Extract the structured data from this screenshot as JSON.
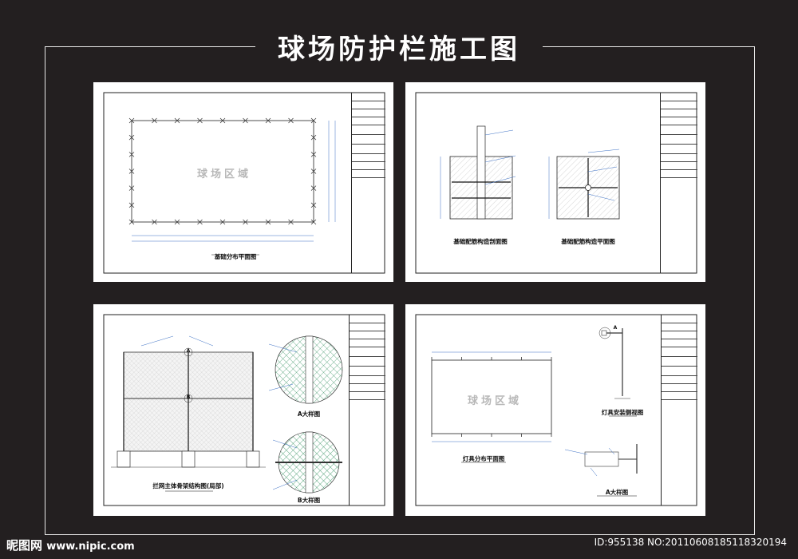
{
  "page": {
    "title": "球场防护栏施工图",
    "watermark_logo": "昵图网",
    "watermark_url": "www.nipic.com",
    "id_text": "ID:955138 NO:20110608185118320194"
  },
  "sheets": {
    "s1": {
      "caption": "基础分布平面图",
      "zone_label": "球场区域"
    },
    "s2": {
      "caption_left": "基础配筋构造剖面图",
      "caption_right": "基础配筋构造平面图"
    },
    "s3": {
      "caption_main": "拦网主体骨架结构图(局部)",
      "caption_a": "A大样图",
      "caption_b": "B大样图",
      "marker_a": "A",
      "marker_b": "B"
    },
    "s4": {
      "caption_main": "灯具分布平面图",
      "caption_side": "灯具安装侧视图",
      "caption_a": "A大样图",
      "zone_label": "球场区域",
      "marker_a": "A"
    }
  },
  "colors": {
    "background": "#231f20",
    "sheet": "#ffffff",
    "line": "#222222",
    "annotation": "#3a6fc4"
  }
}
